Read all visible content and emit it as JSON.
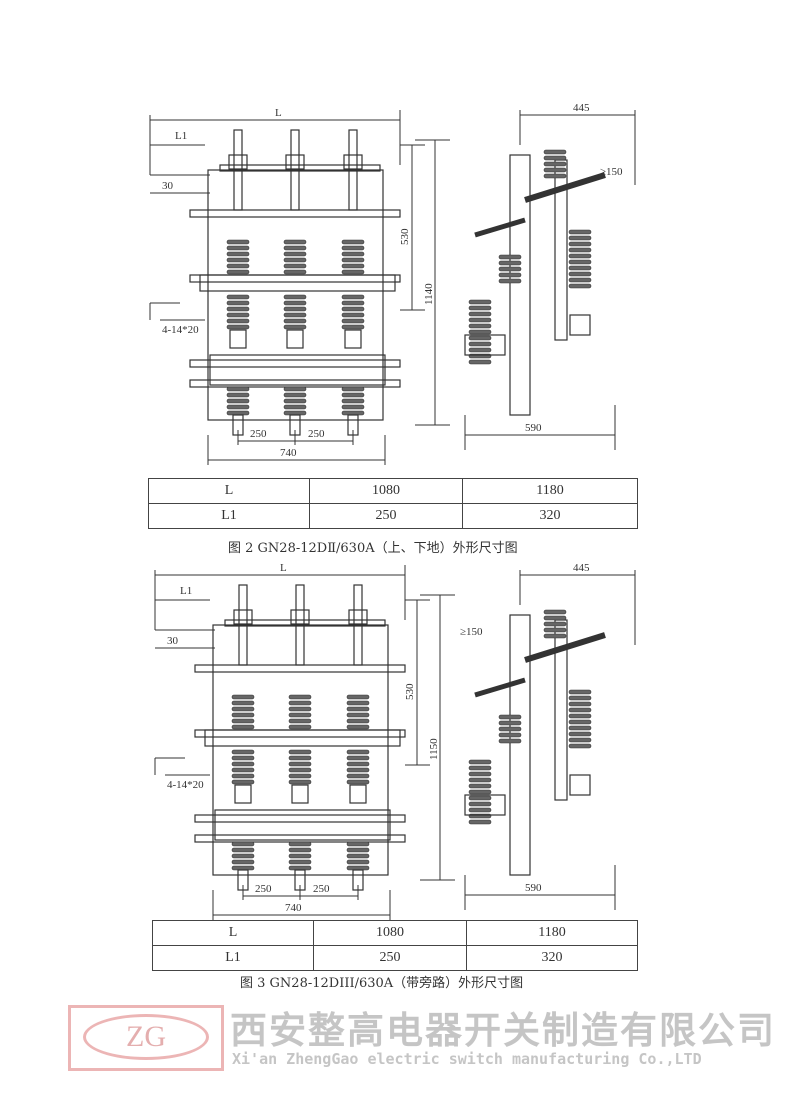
{
  "figures": [
    {
      "dims": {
        "L": "L",
        "L1": "L1",
        "d30": "30",
        "d530": "530",
        "height": "1140",
        "holes": "4-14*20",
        "p1": "250",
        "p2": "250",
        "width": "740",
        "side_top": "445",
        "clearance": "≥150",
        "side_bottom": "590"
      },
      "table": [
        [
          "L",
          "1080",
          "1180"
        ],
        [
          "L1",
          "250",
          "320"
        ]
      ],
      "caption": "图 2  GN28-12DⅡ/630A（上、下地）外形尺寸图"
    },
    {
      "dims": {
        "L": "L",
        "L1": "L1",
        "d30": "30",
        "d530": "530",
        "height": "1150",
        "holes": "4-14*20",
        "p1": "250",
        "p2": "250",
        "width": "740",
        "side_top": "445",
        "clearance": "≥150",
        "side_bottom": "590"
      },
      "table": [
        [
          "L",
          "1080",
          "1180"
        ],
        [
          "L1",
          "250",
          "320"
        ]
      ],
      "caption": "图 3  GN28-12DIII/630A（带旁路）外形尺寸图"
    }
  ],
  "watermark": {
    "logo": "ZG",
    "company_cn": "西安整高电器开关制造有限公司",
    "company_en": "Xi'an ZhengGao electric switch manufacturing Co.,LTD"
  }
}
